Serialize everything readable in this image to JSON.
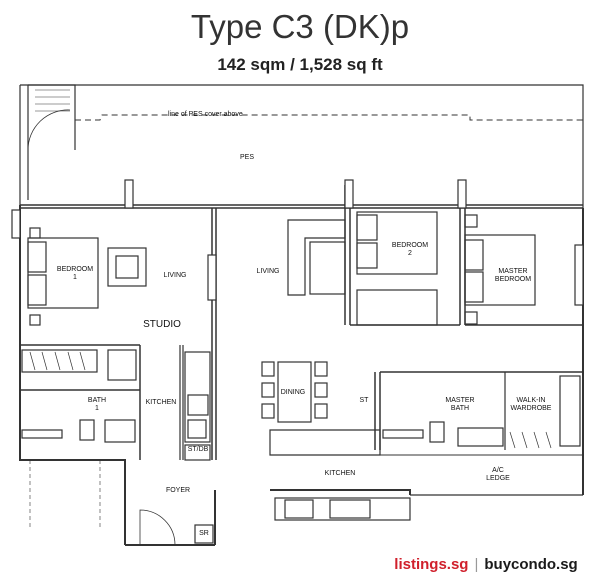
{
  "header": {
    "title": "Type C3 (DK)p",
    "area": "142 sqm / 1,528 sq ft"
  },
  "labels": {
    "pes_note": "line of PES cover above",
    "pes": "PES",
    "bedroom1_a": "BEDROOM",
    "bedroom1_b": "1",
    "living_studio": "LIVING",
    "studio": "STUDIO",
    "living": "LIVING",
    "bedroom2_a": "BEDROOM",
    "bedroom2_b": "2",
    "master_a": "MASTER",
    "master_b": "BEDROOM",
    "bath1_a": "BATH",
    "bath1_b": "1",
    "kitchen_studio": "KITCHEN",
    "std_db": "ST/DB",
    "dining": "DINING",
    "st": "ST",
    "master_bath_a": "MASTER",
    "master_bath_b": "BATH",
    "walkin_a": "WALK-IN",
    "walkin_b": "WARDROBE",
    "kitchen": "KITCHEN",
    "ac_a": "A/C",
    "ac_b": "LEDGE",
    "foyer": "FOYER",
    "sr": "SR"
  },
  "footer": {
    "site1": "listings.sg",
    "separator": "|",
    "site2": "buycondo.sg"
  }
}
